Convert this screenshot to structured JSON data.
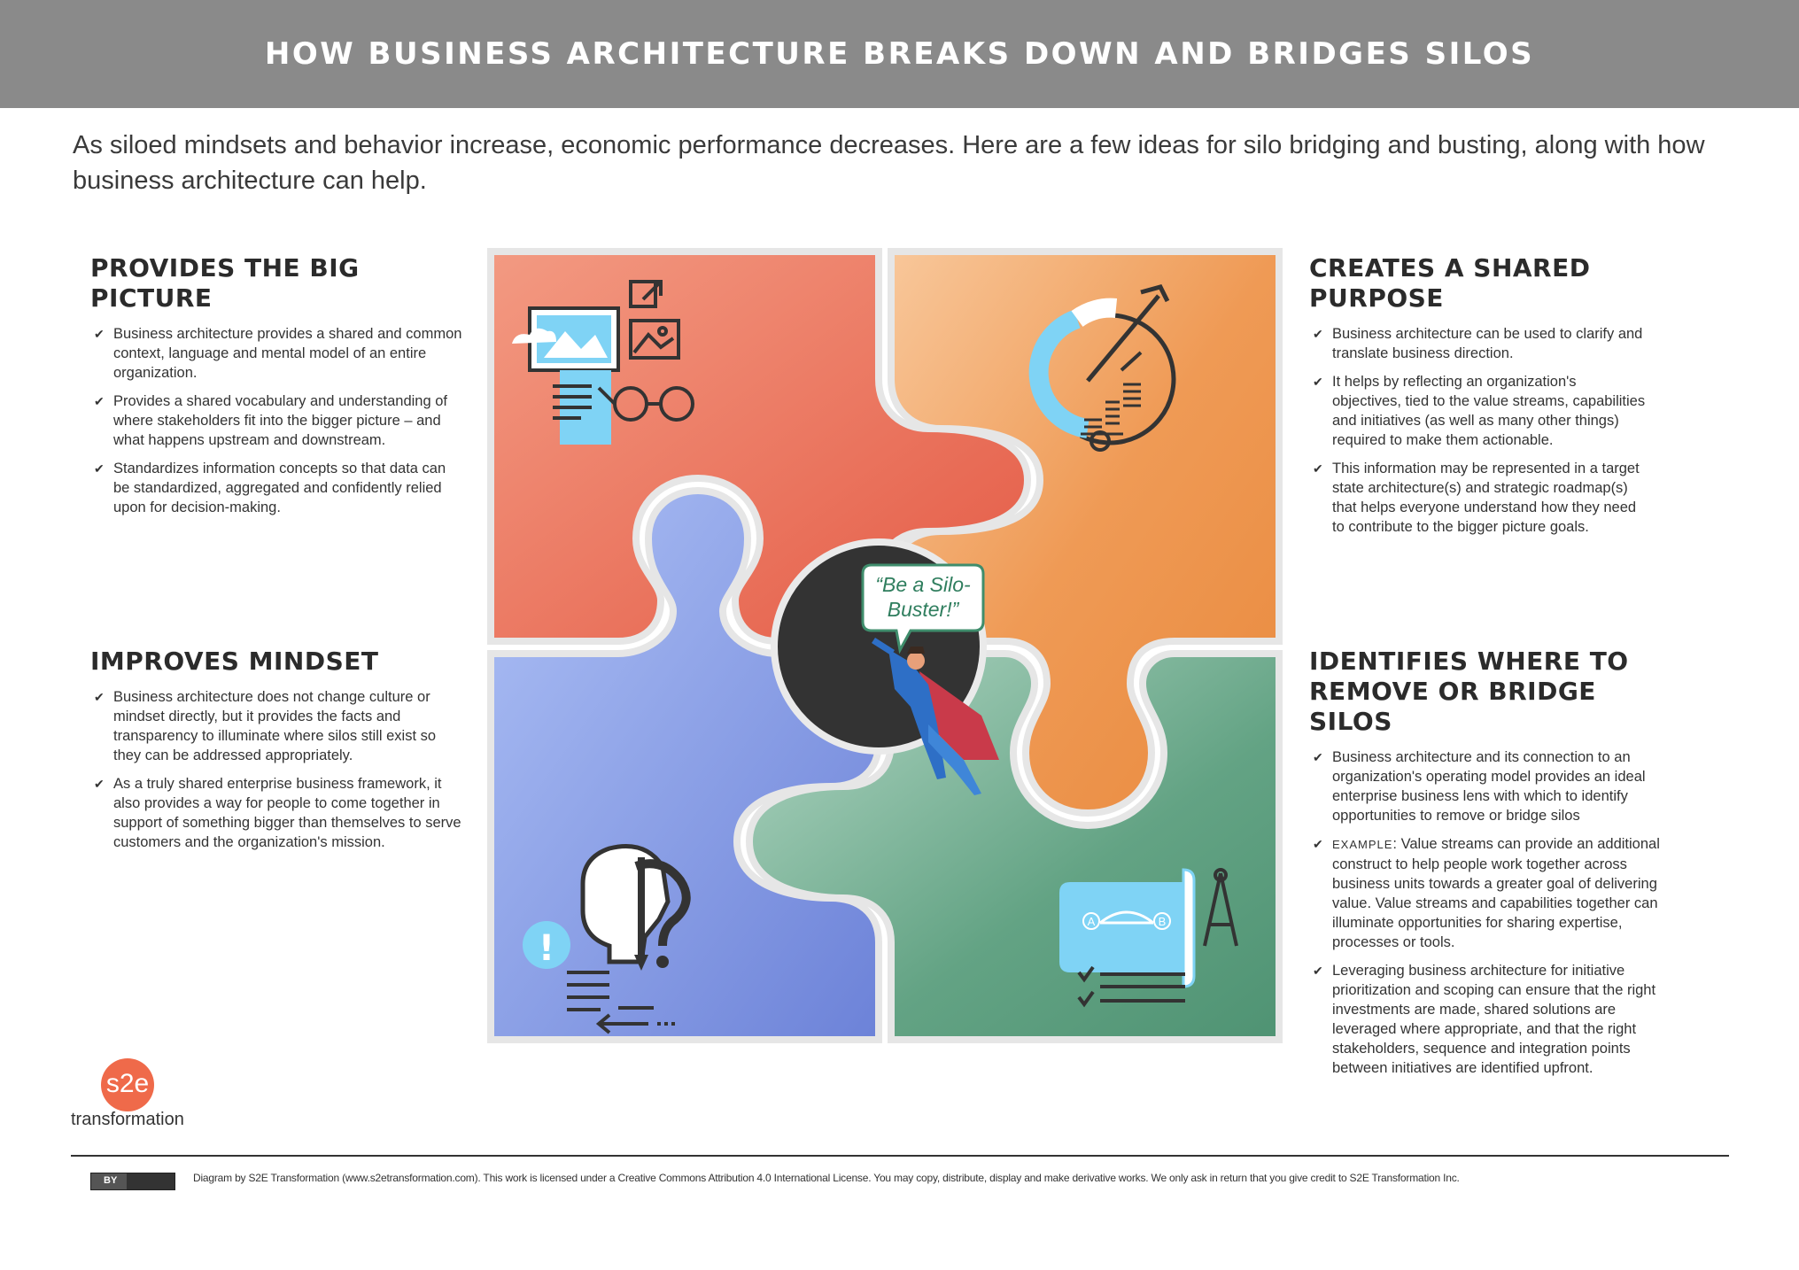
{
  "title": "HOW BUSINESS ARCHITECTURE BREAKS DOWN AND BRIDGES SILOS",
  "intro": "As siloed mindsets and behavior increase, economic performance decreases. Here are a few ideas for silo bridging and busting, along with how business architecture can help.",
  "sections": {
    "top_left": {
      "heading": "PROVIDES THE BIG PICTURE",
      "items": [
        "Business architecture provides a shared and common context, language and mental model of an entire organization.",
        "Provides a shared vocabulary and understanding of where stakeholders fit into the bigger picture – and what happens upstream and downstream.",
        "Standardizes information concepts so that data can be standardized, aggregated and confidently relied upon for decision-making."
      ]
    },
    "top_right": {
      "heading": "CREATES A SHARED PURPOSE",
      "items": [
        "Business architecture can be used to clarify and translate business direction.",
        "It helps by reflecting an organization's objectives, tied to the value streams, capabilities and initiatives (as well as many other things) required to make them actionable.",
        "This information may be represented in a target state architecture(s) and strategic roadmap(s) that helps everyone understand how they need to contribute to the bigger picture goals."
      ]
    },
    "bottom_left": {
      "heading": "IMPROVES MINDSET",
      "items": [
        "Business architecture does not change culture or mindset directly, but it provides the facts and transparency to illuminate where silos still exist so they can be addressed appropriately.",
        "As a truly shared enterprise business framework, it also provides a way for people to come together in support of something bigger than themselves to serve customers and the organization's mission."
      ]
    },
    "bottom_right": {
      "heading_line1": "IDENTIFIES WHERE TO",
      "heading_line2": "REMOVE OR BRIDGE SILOS",
      "item1": "Business architecture and its connection to an organization's operating model provides an ideal enterprise business lens with which to identify opportunities to remove or bridge silos",
      "item2_prefix": "EXAMPLE",
      "item2_rest": ": Value streams can provide an additional construct to help people work together across business units towards a greater goal of delivering value. Value streams and capabilities together can illuminate opportunities for sharing expertise, processes or tools.",
      "item3": "Leveraging business architecture for initiative prioritization and scoping can ensure that the right investments are made, shared solutions are leveraged where appropriate, and that the right stakeholders, sequence and integration points between initiatives are identified upfront."
    }
  },
  "bubble_line1": "“Be a Silo-",
  "bubble_line2": "Buster!”",
  "bridge_labels": {
    "a": "A",
    "b": "B"
  },
  "logo": {
    "mark": "s2e",
    "name": "transformation"
  },
  "license_badge": "BY",
  "footer": "Diagram by S2E Transformation (www.s2etransformation.com). This work is licensed under a Creative Commons Attribution 4.0 International License. You may copy, distribute, display and make derivative works. We only ask in return that you give credit to S2E Transformation Inc.",
  "colors": {
    "header": "#8a8a8a",
    "red_piece": "#ec6a50",
    "orange_piece": "#ee9244",
    "blue_piece": "#7a8fdc",
    "green_piece": "#5f9f80",
    "center": "#333333",
    "light_blue_accent": "#6fd0f5",
    "logo": "#ef6a4a"
  }
}
